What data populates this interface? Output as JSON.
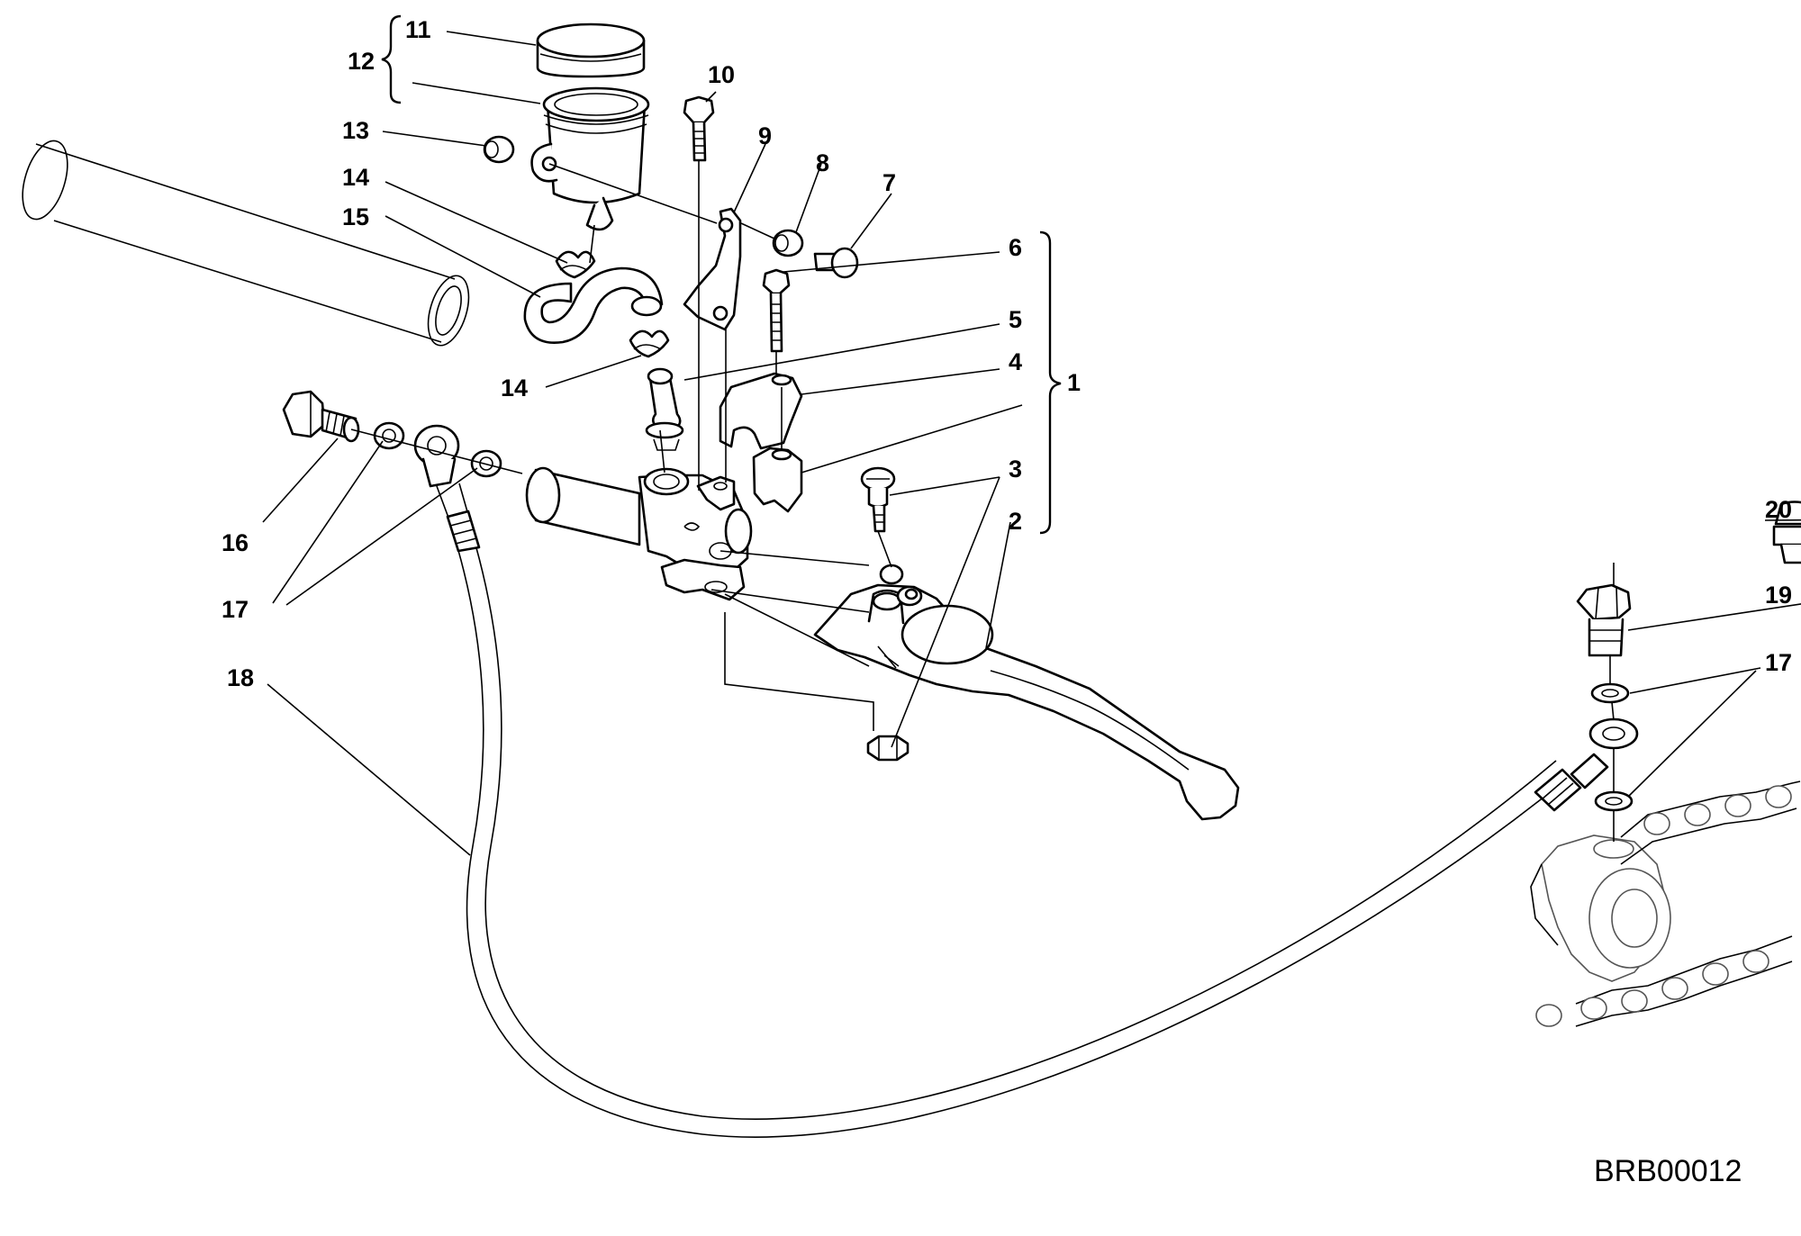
{
  "drawing_code": "BRB00012",
  "callouts": {
    "c1": "1",
    "c2": "2",
    "c3": "3",
    "c4": "4",
    "c5": "5",
    "c6": "6",
    "c7": "7",
    "c8": "8",
    "c9": "9",
    "c10": "10",
    "c11": "11",
    "c12": "12",
    "c13": "13",
    "c14a": "14",
    "c14b": "14",
    "c15": "15",
    "c16": "16",
    "c17a": "17",
    "c17b": "17",
    "c18": "18",
    "c19": "19",
    "c20": "20"
  }
}
